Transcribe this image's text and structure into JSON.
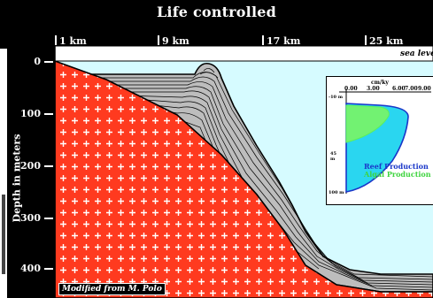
{
  "title": "Life controlled",
  "top_axis": {
    "labels": [
      "1 km",
      "9 km",
      "17 km",
      "25 km"
    ],
    "sea_level": "sea level"
  },
  "left_axis": {
    "label": "Depth in meters",
    "ticks": [
      "0",
      "100",
      "200",
      "300",
      "400"
    ]
  },
  "credit": "Modified from M. Polo",
  "inset": {
    "units": "cm/ky",
    "x_ticks": [
      "0.00",
      "3.00",
      "6.00",
      "7.00",
      "9.00"
    ],
    "depth_top": "-10 m",
    "depth_mid": "45 m",
    "depth_bottom": "100 m",
    "legend": [
      {
        "label": "Reef Production",
        "color": "#1a37c9"
      },
      {
        "label": "Algal Production",
        "color": "#5cf05a"
      }
    ]
  },
  "colors": {
    "basement": "#ff3a1f",
    "water": "#d6fbff",
    "background": "#000000",
    "reef_fill": "#2ad6f0",
    "algal_fill": "#72f272"
  }
}
